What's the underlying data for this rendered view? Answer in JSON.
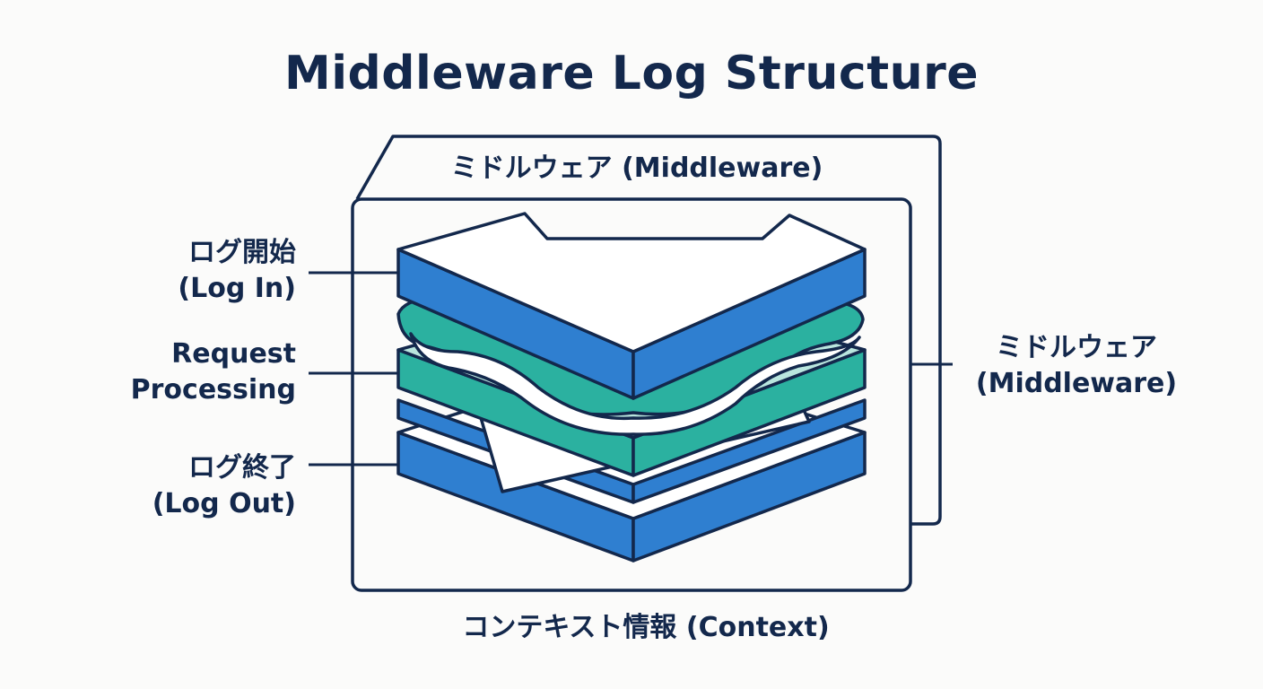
{
  "title": "Middleware Log Structure",
  "labels": {
    "outer_top": "ミドルウェア (Middleware)",
    "log_in": {
      "line1": "ログ開始",
      "line2": "(Log In)"
    },
    "request": {
      "line1": "Request",
      "line2": "Processing"
    },
    "log_out": {
      "line1": "ログ終了",
      "line2": "(Log Out)"
    },
    "right_middleware": {
      "line1": "ミドルウェア",
      "line2": "(Middleware)"
    },
    "context": "コンテキスト情報 (Context)"
  },
  "colors": {
    "outline": "#13284c",
    "blue": "#2f7fd0",
    "teal": "#2bb1a0",
    "light_teal": "#b9e6de",
    "white": "#ffffff",
    "background": "#fbfbfa"
  }
}
